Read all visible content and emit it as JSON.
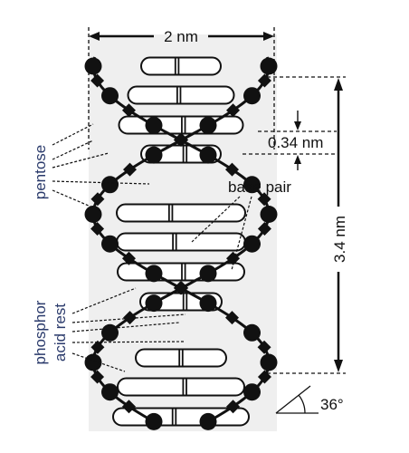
{
  "labels": {
    "width": "2 nm",
    "rise": "0.34 nm",
    "pitch": "3.4 nm",
    "angle": "36°",
    "pentose": "pentose",
    "base_pair": "base pair",
    "phosphor_line1": "phosphor",
    "phosphor_line2": "acid rest"
  },
  "colors": {
    "ink": "#111111",
    "highlight": "#efefef",
    "side_label": "#2a3a6b"
  },
  "shapes": {
    "sugar": "filled-circle",
    "phosphate": "filled-diamond",
    "base_pair": "rounded-capsule-with-bond-lines"
  }
}
